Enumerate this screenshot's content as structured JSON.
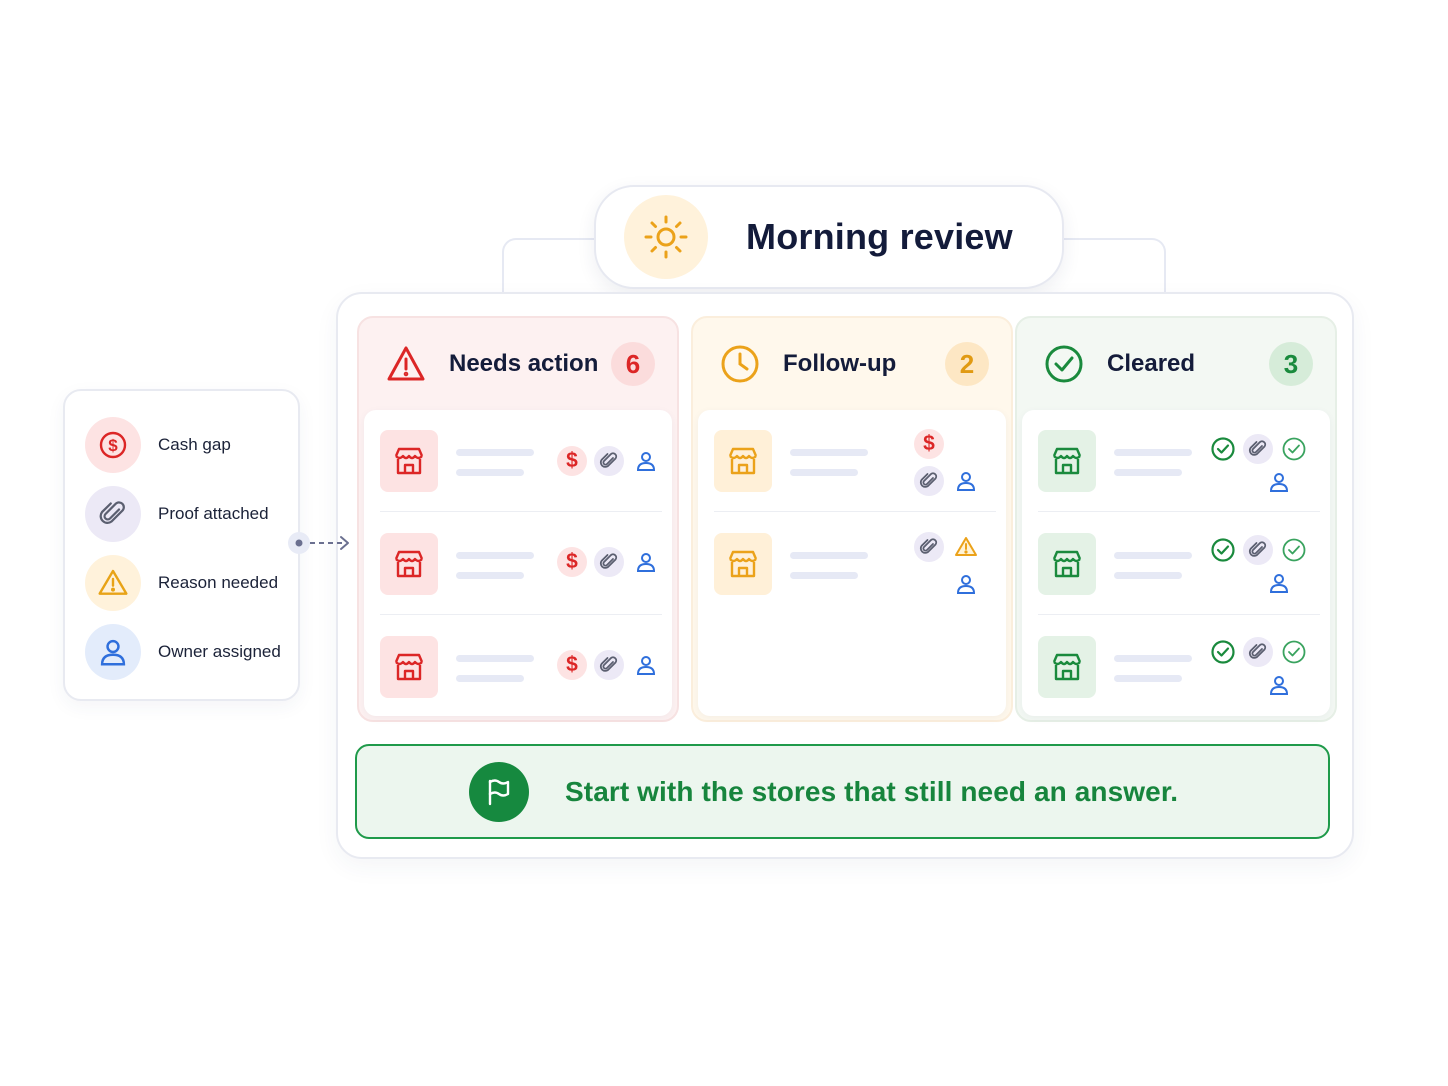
{
  "header": {
    "title": "Morning review",
    "icon": "sun-icon"
  },
  "columns": [
    {
      "key": "needs_action",
      "title": "Needs action",
      "count": "6",
      "icon": "warning-triangle-icon",
      "accent": "#dc2626"
    },
    {
      "key": "follow_up",
      "title": "Follow-up",
      "count": "2",
      "icon": "clock-icon",
      "accent": "#eba21a"
    },
    {
      "key": "cleared",
      "title": "Cleared",
      "count": "3",
      "icon": "check-circle-icon",
      "accent": "#1a8a3d"
    }
  ],
  "cards": {
    "needs_action": [
      {
        "store_icon": "store-icon",
        "status_icons": [
          "dollar-icon",
          "paperclip-icon",
          "user-icon"
        ]
      },
      {
        "store_icon": "store-icon",
        "status_icons": [
          "dollar-icon",
          "paperclip-icon",
          "user-icon"
        ]
      },
      {
        "store_icon": "store-icon",
        "status_icons": [
          "dollar-icon",
          "paperclip-icon",
          "user-icon"
        ]
      }
    ],
    "follow_up": [
      {
        "store_icon": "store-icon",
        "status_icons": [
          "dollar-icon",
          "paperclip-icon",
          "user-icon"
        ]
      },
      {
        "store_icon": "store-icon",
        "status_icons": [
          "paperclip-icon",
          "warning-triangle-icon",
          "user-icon"
        ]
      }
    ],
    "cleared": [
      {
        "store_icon": "store-icon",
        "status_icons": [
          "check-circle-icon",
          "paperclip-icon",
          "check-circle-icon",
          "user-icon"
        ]
      },
      {
        "store_icon": "store-icon",
        "status_icons": [
          "check-circle-icon",
          "paperclip-icon",
          "check-circle-icon",
          "user-icon"
        ]
      },
      {
        "store_icon": "store-icon",
        "status_icons": [
          "check-circle-icon",
          "paperclip-icon",
          "check-circle-icon",
          "user-icon"
        ]
      }
    ]
  },
  "legend": {
    "items": [
      {
        "label": "Cash gap",
        "icon": "dollar-circle-icon",
        "color": "#dc2626"
      },
      {
        "label": "Proof attached",
        "icon": "paperclip-icon",
        "color": "#6b6f80"
      },
      {
        "label": "Reason needed",
        "icon": "warning-triangle-icon",
        "color": "#e8a317"
      },
      {
        "label": "Owner assigned",
        "icon": "user-icon",
        "color": "#2f6fdc"
      }
    ]
  },
  "banner": {
    "text": "Start with the stores that still need an answer.",
    "icon": "flag-icon"
  },
  "colors": {
    "red": "#dc2626",
    "amber": "#eba21a",
    "green": "#1a8a3d",
    "blue": "#2f6fdc",
    "navy": "#131b3a"
  }
}
